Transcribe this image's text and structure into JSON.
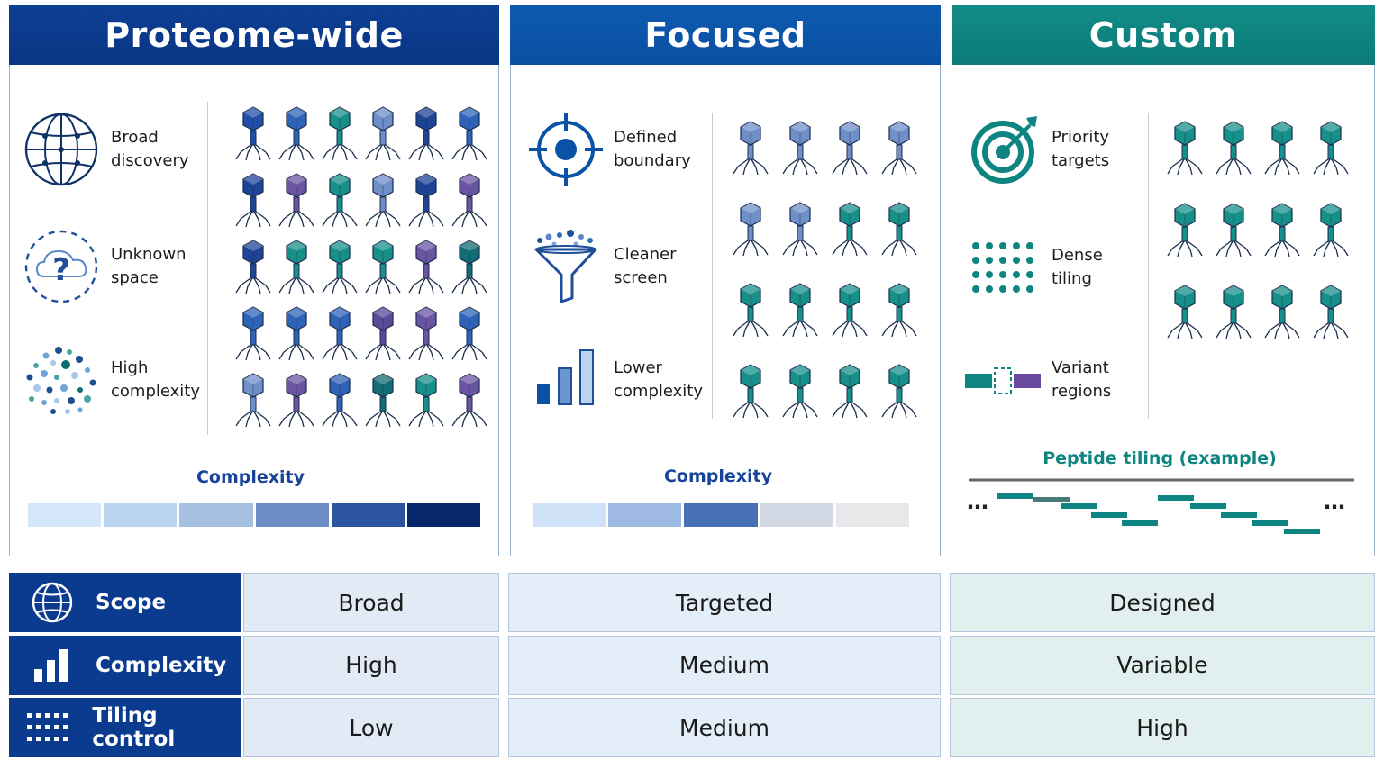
{
  "columns": [
    {
      "title": "Proteome-wide",
      "features": [
        "Broad\ndiscovery",
        "Unknown\nspace",
        "High\ncomplexity"
      ],
      "footer_title": "Complexity"
    },
    {
      "title": "Focused",
      "features": [
        "Defined\nboundary",
        "Cleaner\nscreen",
        "Lower\ncomplexity"
      ],
      "footer_title": "Complexity"
    },
    {
      "title": "Custom",
      "features": [
        "Priority\ntargets",
        "Dense\ntiling",
        "Variant\nregions"
      ],
      "footer_title": "Peptide tiling (example)"
    }
  ],
  "icons": {
    "proteome": [
      "globe-icon",
      "unknown-cloud-icon",
      "particle-cluster-icon"
    ],
    "focused": [
      "crosshair-target-icon",
      "funnel-icon",
      "bar-chart-icon"
    ],
    "custom": [
      "bullseye-arrow-icon",
      "dot-grid-icon",
      "variant-segment-icon"
    ]
  },
  "complexity_bars": {
    "proteome": [
      "#d5e7fb",
      "#bad4f1",
      "#a6c0e4",
      "#6b8cc4",
      "#2d54a1",
      "#06286b"
    ],
    "focused": [
      "#cfe2f8",
      "#9ebae2",
      "#4870b5",
      "#d2d8e4",
      "#e7e8ea"
    ]
  },
  "colors": {
    "navy": "#0b3b8e",
    "blue": "#0a52a5",
    "teal": "#0b7f7b",
    "phage_blue": "#1f4fa8",
    "phage_light": "#6f8fc8",
    "phage_purple": "#6b55a3",
    "phage_teal": "#17908a"
  },
  "tiling_ellipsis": [
    "…",
    "…"
  ],
  "table": {
    "rows": [
      {
        "label": "Scope",
        "icon": "globe-icon",
        "values": [
          "Broad",
          "Targeted",
          "Designed"
        ]
      },
      {
        "label": "Complexity",
        "icon": "bar-chart-icon",
        "values": [
          "High",
          "Medium",
          "Variable"
        ]
      },
      {
        "label": "Tiling control",
        "icon": "dot-grid-icon",
        "values": [
          "Low",
          "Medium",
          "High"
        ]
      }
    ]
  }
}
